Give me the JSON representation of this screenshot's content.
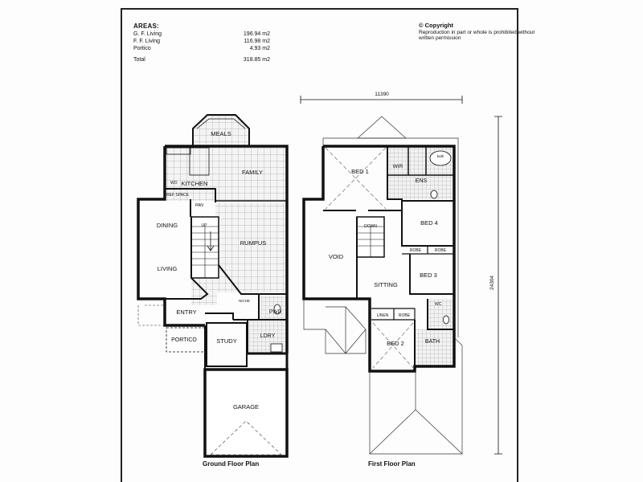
{
  "areas": {
    "heading": "AREAS:",
    "rows": [
      {
        "label": "G. F. Living",
        "value": "196.94 m2"
      },
      {
        "label": "F. F. Living",
        "value": "116.98 m2"
      },
      {
        "label": "Portico",
        "value": "4.93 m2"
      }
    ],
    "total": {
      "label": "Total",
      "value": "318.85 m2"
    }
  },
  "copyright": {
    "title": "© Copyright",
    "notice": "Reproduction in part or whole is prohibited without written permission"
  },
  "dimensions": {
    "width": "11390",
    "depth": "24304"
  },
  "ground_floor": {
    "caption": "Ground Floor Plan",
    "rooms": {
      "meals": "MEALS",
      "family": "FAMILY",
      "kitchen": "KITCHEN",
      "wo": "WO",
      "ref_space": "REF SPACE",
      "pan": "PAN",
      "dining": "DINING",
      "living": "LIVING",
      "up": "UP",
      "rumpus": "RUMPUS",
      "niche": "NICHE",
      "pwd": "PWD",
      "entry": "ENTRY",
      "ldry": "LDRY",
      "portico": "PORTICO",
      "study": "STUDY",
      "garage": "GARAGE"
    }
  },
  "first_floor": {
    "caption": "First Floor Plan",
    "rooms": {
      "bed1": "BED 1",
      "wir": "WIR",
      "bath_small": "bath",
      "ens": "ENS",
      "bed4": "BED 4",
      "down": "DOWN",
      "void": "VOID",
      "robe1": "ROBE",
      "robe2": "ROBE",
      "bed3": "BED 3",
      "sitting": "SITTING",
      "wc": "WC",
      "linen": "LINEN",
      "robe3": "ROBE",
      "bed2": "BED 2",
      "bath": "BATH"
    }
  }
}
